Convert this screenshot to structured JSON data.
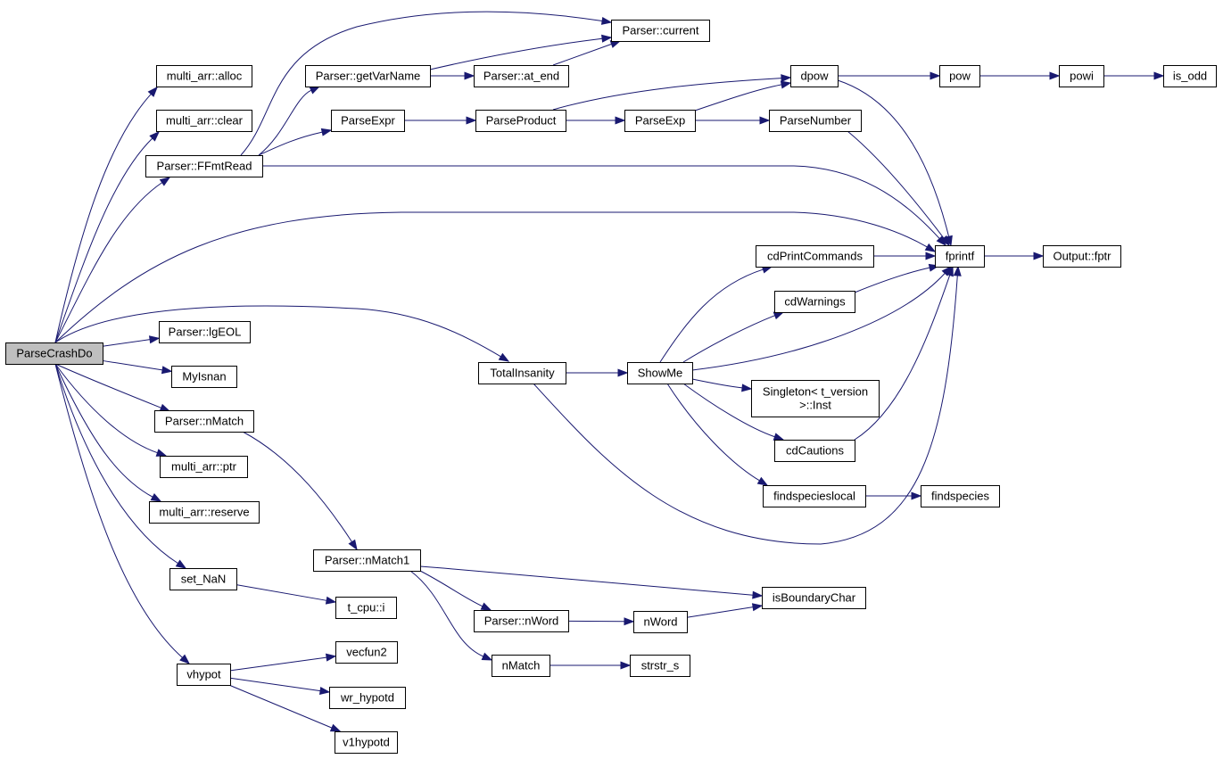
{
  "diagram": {
    "type": "call-graph",
    "colors": {
      "edge": "#191970",
      "root_fill": "#bfbfbf",
      "node_fill": "#ffffff",
      "node_border": "#000000"
    },
    "nodes": [
      {
        "id": "ParseCrashDo",
        "lines": [
          "ParseCrashDo"
        ],
        "root": true
      },
      {
        "id": "multi_arr_alloc",
        "lines": [
          "multi_arr::alloc"
        ]
      },
      {
        "id": "multi_arr_clear",
        "lines": [
          "multi_arr::clear"
        ]
      },
      {
        "id": "FFmtRead",
        "lines": [
          "Parser::FFmtRead"
        ]
      },
      {
        "id": "lgEOL",
        "lines": [
          "Parser::lgEOL"
        ]
      },
      {
        "id": "MyIsnan",
        "lines": [
          "MyIsnan"
        ]
      },
      {
        "id": "nMatch_p",
        "lines": [
          "Parser::nMatch"
        ]
      },
      {
        "id": "multi_arr_ptr",
        "lines": [
          "multi_arr::ptr"
        ]
      },
      {
        "id": "multi_arr_reserve",
        "lines": [
          "multi_arr::reserve"
        ]
      },
      {
        "id": "set_NaN",
        "lines": [
          "set_NaN"
        ]
      },
      {
        "id": "vhypot",
        "lines": [
          "vhypot"
        ]
      },
      {
        "id": "getVarName",
        "lines": [
          "Parser::getVarName"
        ]
      },
      {
        "id": "ParseExpr",
        "lines": [
          "ParseExpr"
        ]
      },
      {
        "id": "current",
        "lines": [
          "Parser::current"
        ]
      },
      {
        "id": "at_end",
        "lines": [
          "Parser::at_end"
        ]
      },
      {
        "id": "ParseProduct",
        "lines": [
          "ParseProduct"
        ]
      },
      {
        "id": "ParseExp",
        "lines": [
          "ParseExp"
        ]
      },
      {
        "id": "dpow",
        "lines": [
          "dpow"
        ]
      },
      {
        "id": "pow",
        "lines": [
          "pow"
        ]
      },
      {
        "id": "powi",
        "lines": [
          "powi"
        ]
      },
      {
        "id": "is_odd",
        "lines": [
          "is_odd"
        ]
      },
      {
        "id": "ParseNumber",
        "lines": [
          "ParseNumber"
        ]
      },
      {
        "id": "fprintf",
        "lines": [
          "fprintf"
        ]
      },
      {
        "id": "Output_fptr",
        "lines": [
          "Output::fptr"
        ]
      },
      {
        "id": "cdPrintCommands",
        "lines": [
          "cdPrintCommands"
        ]
      },
      {
        "id": "cdWarnings",
        "lines": [
          "cdWarnings"
        ]
      },
      {
        "id": "TotalInsanity",
        "lines": [
          "TotalInsanity"
        ]
      },
      {
        "id": "ShowMe",
        "lines": [
          "ShowMe"
        ]
      },
      {
        "id": "Singleton",
        "lines": [
          "Singleton< t_version",
          ">::Inst"
        ]
      },
      {
        "id": "cdCautions",
        "lines": [
          "cdCautions"
        ]
      },
      {
        "id": "findspecieslocal",
        "lines": [
          "findspecieslocal"
        ]
      },
      {
        "id": "findspecies",
        "lines": [
          "findspecies"
        ]
      },
      {
        "id": "nMatch1",
        "lines": [
          "Parser::nMatch1"
        ]
      },
      {
        "id": "isBoundaryChar",
        "lines": [
          "isBoundaryChar"
        ]
      },
      {
        "id": "nWord_p",
        "lines": [
          "Parser::nWord"
        ]
      },
      {
        "id": "nWord",
        "lines": [
          "nWord"
        ]
      },
      {
        "id": "t_cpu_i",
        "lines": [
          "t_cpu::i"
        ]
      },
      {
        "id": "nMatch",
        "lines": [
          "nMatch"
        ]
      },
      {
        "id": "strstr_s",
        "lines": [
          "strstr_s"
        ]
      },
      {
        "id": "vecfun2",
        "lines": [
          "vecfun2"
        ]
      },
      {
        "id": "wr_hypotd",
        "lines": [
          "wr_hypotd"
        ]
      },
      {
        "id": "v1hypotd",
        "lines": [
          "v1hypotd"
        ]
      }
    ],
    "edges": [
      [
        "ParseCrashDo",
        "multi_arr_alloc"
      ],
      [
        "ParseCrashDo",
        "multi_arr_clear"
      ],
      [
        "ParseCrashDo",
        "FFmtRead"
      ],
      [
        "ParseCrashDo",
        "fprintf"
      ],
      [
        "ParseCrashDo",
        "TotalInsanity"
      ],
      [
        "ParseCrashDo",
        "lgEOL"
      ],
      [
        "ParseCrashDo",
        "MyIsnan"
      ],
      [
        "ParseCrashDo",
        "nMatch_p"
      ],
      [
        "ParseCrashDo",
        "multi_arr_ptr"
      ],
      [
        "ParseCrashDo",
        "multi_arr_reserve"
      ],
      [
        "ParseCrashDo",
        "set_NaN"
      ],
      [
        "ParseCrashDo",
        "vhypot"
      ],
      [
        "FFmtRead",
        "current"
      ],
      [
        "FFmtRead",
        "getVarName"
      ],
      [
        "FFmtRead",
        "ParseExpr"
      ],
      [
        "FFmtRead",
        "fprintf"
      ],
      [
        "getVarName",
        "at_end"
      ],
      [
        "getVarName",
        "current"
      ],
      [
        "at_end",
        "current"
      ],
      [
        "ParseExpr",
        "ParseProduct"
      ],
      [
        "ParseProduct",
        "dpow"
      ],
      [
        "ParseProduct",
        "ParseExp"
      ],
      [
        "ParseExp",
        "dpow"
      ],
      [
        "ParseExp",
        "ParseNumber"
      ],
      [
        "dpow",
        "pow"
      ],
      [
        "dpow",
        "fprintf"
      ],
      [
        "pow",
        "powi"
      ],
      [
        "powi",
        "is_odd"
      ],
      [
        "ParseNumber",
        "fprintf"
      ],
      [
        "fprintf",
        "Output_fptr"
      ],
      [
        "cdPrintCommands",
        "fprintf"
      ],
      [
        "cdWarnings",
        "fprintf"
      ],
      [
        "TotalInsanity",
        "ShowMe"
      ],
      [
        "TotalInsanity",
        "fprintf"
      ],
      [
        "ShowMe",
        "cdPrintCommands"
      ],
      [
        "ShowMe",
        "cdWarnings"
      ],
      [
        "ShowMe",
        "fprintf"
      ],
      [
        "ShowMe",
        "Singleton"
      ],
      [
        "ShowMe",
        "cdCautions"
      ],
      [
        "ShowMe",
        "findspecieslocal"
      ],
      [
        "cdCautions",
        "fprintf"
      ],
      [
        "findspecieslocal",
        "findspecies"
      ],
      [
        "nMatch_p",
        "nMatch1"
      ],
      [
        "nMatch1",
        "isBoundaryChar"
      ],
      [
        "nMatch1",
        "nWord_p"
      ],
      [
        "nMatch1",
        "nMatch"
      ],
      [
        "nWord_p",
        "nWord"
      ],
      [
        "nWord",
        "isBoundaryChar"
      ],
      [
        "nMatch",
        "strstr_s"
      ],
      [
        "set_NaN",
        "t_cpu_i"
      ],
      [
        "vhypot",
        "vecfun2"
      ],
      [
        "vhypot",
        "wr_hypotd"
      ],
      [
        "vhypot",
        "v1hypotd"
      ]
    ]
  }
}
